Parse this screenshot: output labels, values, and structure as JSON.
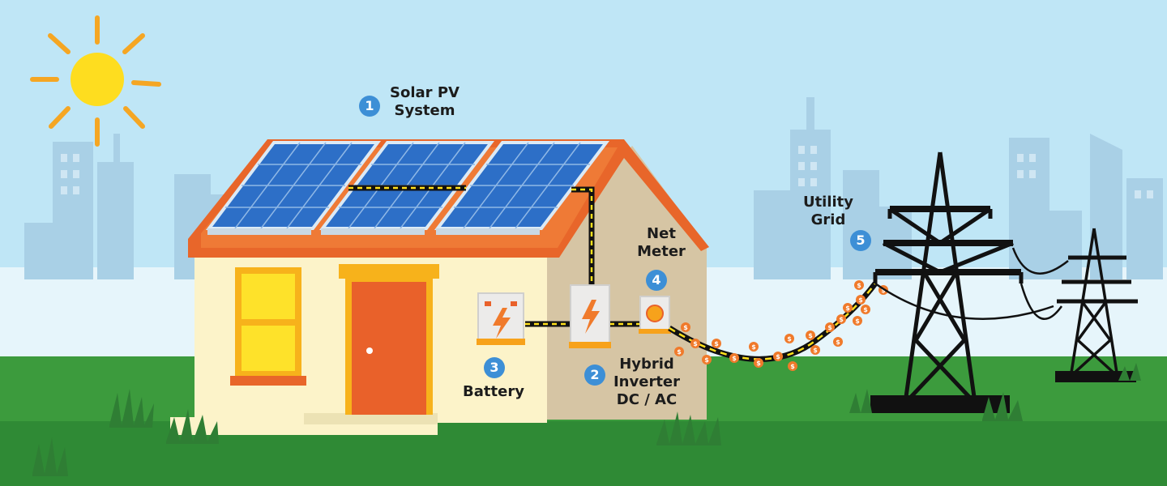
{
  "components": [
    {
      "id": "solar",
      "number": "1",
      "label_line1": "Solar PV",
      "label_line2": "System",
      "icon": "solar-panel-icon"
    },
    {
      "id": "inverter",
      "number": "2",
      "label_line1": "Hybrid",
      "label_line2": "Inverter",
      "label_line3": "DC / AC",
      "icon": "lightning-icon"
    },
    {
      "id": "battery",
      "number": "3",
      "label_line1": "Battery",
      "icon": "lightning-icon"
    },
    {
      "id": "meter",
      "number": "4",
      "label_line1": "Net",
      "label_line2": "Meter",
      "icon": "meter-icon"
    },
    {
      "id": "grid",
      "number": "5",
      "label_line1": "Utility",
      "label_line2": "Grid",
      "icon": "transmission-tower-icon"
    }
  ],
  "money_symbol": "$",
  "colors": {
    "sky": "#b9e3f5",
    "sun": "#fedd1f",
    "sun_rays": "#f5a623",
    "roof": "#e8662a",
    "wall": "#fbf3c8",
    "side_wall": "#d8c7a6",
    "panel": "#2d6fc7",
    "door": "#e9612a",
    "grass": "#3b9a3c",
    "cable": "#111111",
    "cable_stripe": "#ffe01b",
    "coin": "#f07a2b",
    "badge": "#3d8fd6",
    "tower": "#111111"
  }
}
